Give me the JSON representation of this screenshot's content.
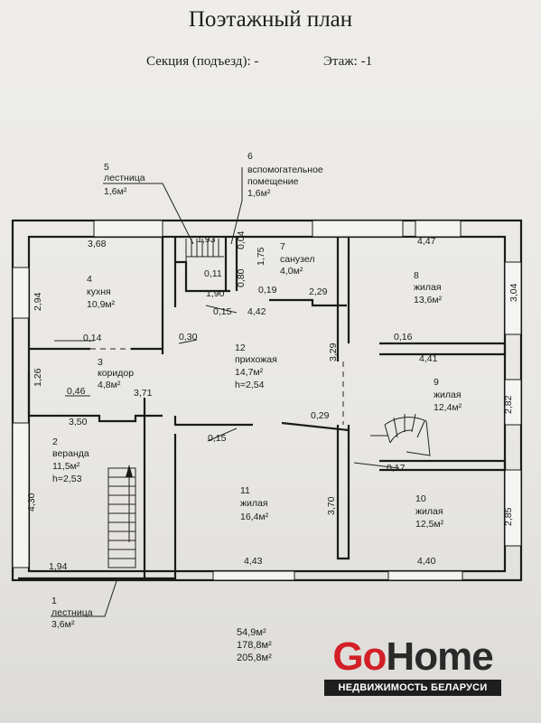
{
  "header": {
    "title": "Поэтажный план",
    "section": "Секция (подъезд): -",
    "floor": "Этаж: -1"
  },
  "callouts": [
    {
      "line1": "5",
      "line2": "лестница",
      "line3": "1,6м²"
    },
    {
      "line1": "6",
      "line2": "вспомогательное",
      "line3": "помещение",
      "line4": "1,6м²"
    },
    {
      "line1": "1",
      "line2": "лестница",
      "line3": "3,6м²"
    }
  ],
  "rooms": [
    {
      "num": "4",
      "name": "кухня",
      "area": "10,9м²"
    },
    {
      "num": "3",
      "name": "коридор",
      "area": "4,8м²"
    },
    {
      "num": "2",
      "name": "веранда",
      "area": "11,5м²",
      "height": "h=2,53"
    },
    {
      "num": "7",
      "name": "санузел",
      "area": "4,0м²"
    },
    {
      "num": "8",
      "name": "жилая",
      "area": "13,6м²"
    },
    {
      "num": "12",
      "name": "прихожая",
      "area": "14,7м²",
      "height": "h=2,54"
    },
    {
      "num": "9",
      "name": "жилая",
      "area": "12,4м²"
    },
    {
      "num": "11",
      "name": "жилая",
      "area": "16,4м²"
    },
    {
      "num": "10",
      "name": "жилая",
      "area": "12,5м²"
    }
  ],
  "dimensions": [
    "3,68",
    "2,94",
    "0,14",
    "1,26",
    "0,46",
    "3,50",
    "3,71",
    "4,30",
    "1,94",
    "1,93",
    "0,04",
    "0,11",
    "0,80",
    "1,75",
    "1,90",
    "0,19",
    "2,29",
    "0,15",
    "4,42",
    "0,30",
    "4,47",
    "3,04",
    "0,16",
    "4,41",
    "3,29",
    "2,82",
    "0,29",
    "0,15",
    "0,17",
    "3,70",
    "4,43",
    "4,40",
    "2,85"
  ],
  "totals": [
    "54,9м²",
    "178,8м²",
    "205,8м²"
  ],
  "logo": {
    "go": "Go",
    "home": "Home",
    "tagline": "НЕДВИЖИМОСТЬ БЕЛАРУСИ"
  }
}
